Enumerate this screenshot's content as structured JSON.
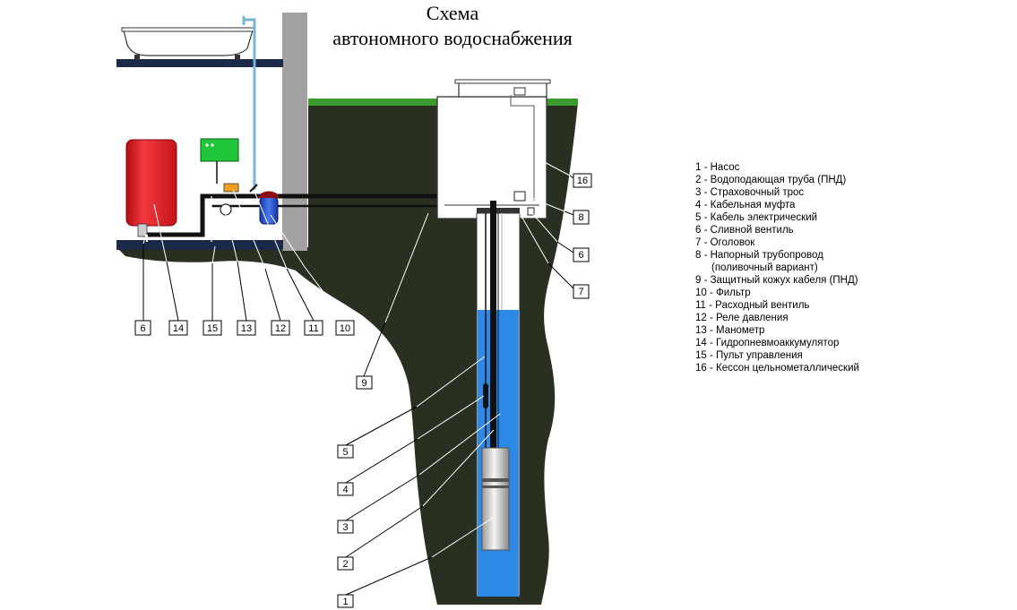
{
  "title": {
    "line1": "Схема",
    "line2": "автономного водоснабжения"
  },
  "callouts": {
    "c1": "1",
    "c2": "2",
    "c3": "3",
    "c4": "4",
    "c5": "5",
    "c6_right": "6",
    "c6_left": "6",
    "c7": "7",
    "c8": "8",
    "c9": "9",
    "c10": "10",
    "c11": "11",
    "c12": "12",
    "c13": "13",
    "c14": "14",
    "c15": "15",
    "c16": "16"
  },
  "legend": [
    "1 - Насос",
    "2 - Водоподающая труба (ПНД)",
    "3 - Страховочный трос",
    "4 - Кабельная муфта",
    "5 - Кабель электрический",
    "6 - Сливной вентиль",
    "7 - Оголовок",
    "8 - Напорный трубопровод",
    "(поливочный вариант)",
    "9 - Защитный кожух кабеля (ПНД)",
    "10 - Фильтр",
    "11 - Расходный вентиль",
    "12 - Реле давления",
    "13 - Манометр",
    "14 - Гидропневмоаккумулятор",
    "15 - Пульт управления",
    "16 - Кессон цельнометаллический"
  ],
  "colors": {
    "soil": "#2a3021",
    "grass": "#3c9a2e",
    "water": "#2e88e6",
    "wall": "#a3a1a1",
    "tank": "#e51b24",
    "control_panel": "#22c63a",
    "filter": "#1c44c4",
    "relay": "#f0a020"
  }
}
